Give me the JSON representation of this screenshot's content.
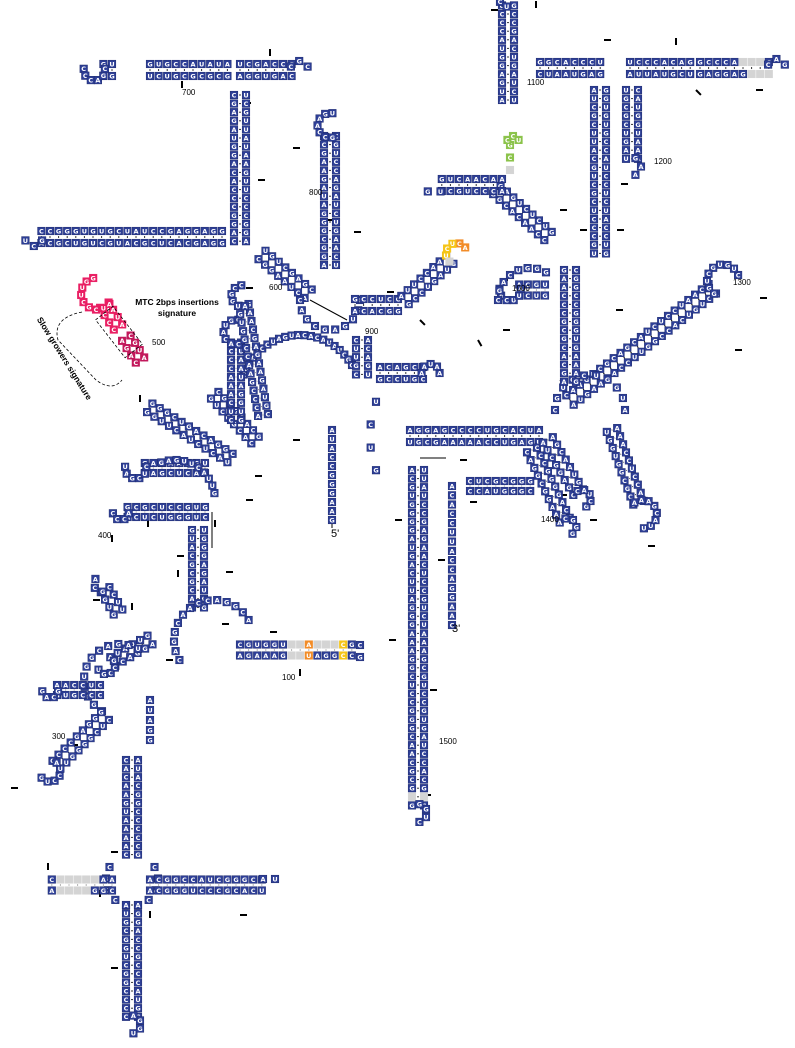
{
  "colors": {
    "nucleotide": "#2e3f97",
    "variable_gray": "#d4d4d4",
    "slow_grower_red": "#c2185b",
    "mtc_insertion": "#e91e63",
    "green_variant": "#8bc34a",
    "orange_variant": "#f28c28",
    "yellow_variant": "#f5c518"
  },
  "position_labels": [
    "100",
    "300",
    "400",
    "500",
    "600",
    "700",
    "800",
    "900",
    "1000",
    "1100",
    "1200",
    "1300",
    "1400",
    "1500"
  ],
  "end_labels": {
    "five_prime": "5'",
    "three_prime": "3'"
  },
  "annotations": {
    "mtc_line1": "MTC 2bps insertions",
    "mtc_line2": "signature",
    "slow_growers": "Slow growers signature"
  }
}
